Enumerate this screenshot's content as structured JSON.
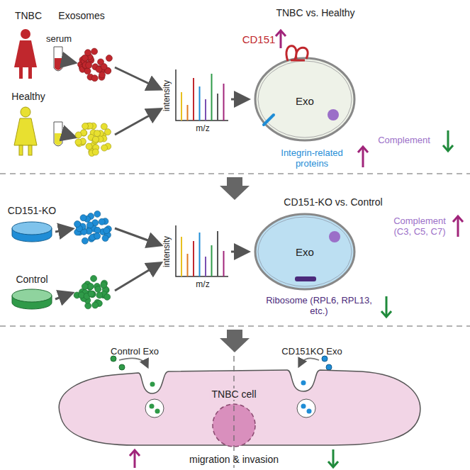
{
  "diagram": {
    "nodes": [
      {
        "text": [
          "Exo"
        ]
      },
      {
        "text": [
          "Exo"
        ]
      },
      {
        "text": [
          "TNBC cell"
        ]
      }
    ],
    "labels": [
      "TNBC",
      "Exosomes",
      "serum",
      "Healthy",
      "intensity",
      "m/z",
      "TNBC vs. Healthy",
      "CD151",
      "Integrin-related proteins",
      "Complement",
      "CD151-KO",
      "Control",
      "intensity",
      "m/z",
      "CD151-KO vs. Control",
      "Complement (C3, C5, C7)",
      "Ribosome (RPL6, RPL13, etc.)",
      "Control Exo",
      "CD151KO Exo",
      "migration & invasion"
    ]
  }
}
